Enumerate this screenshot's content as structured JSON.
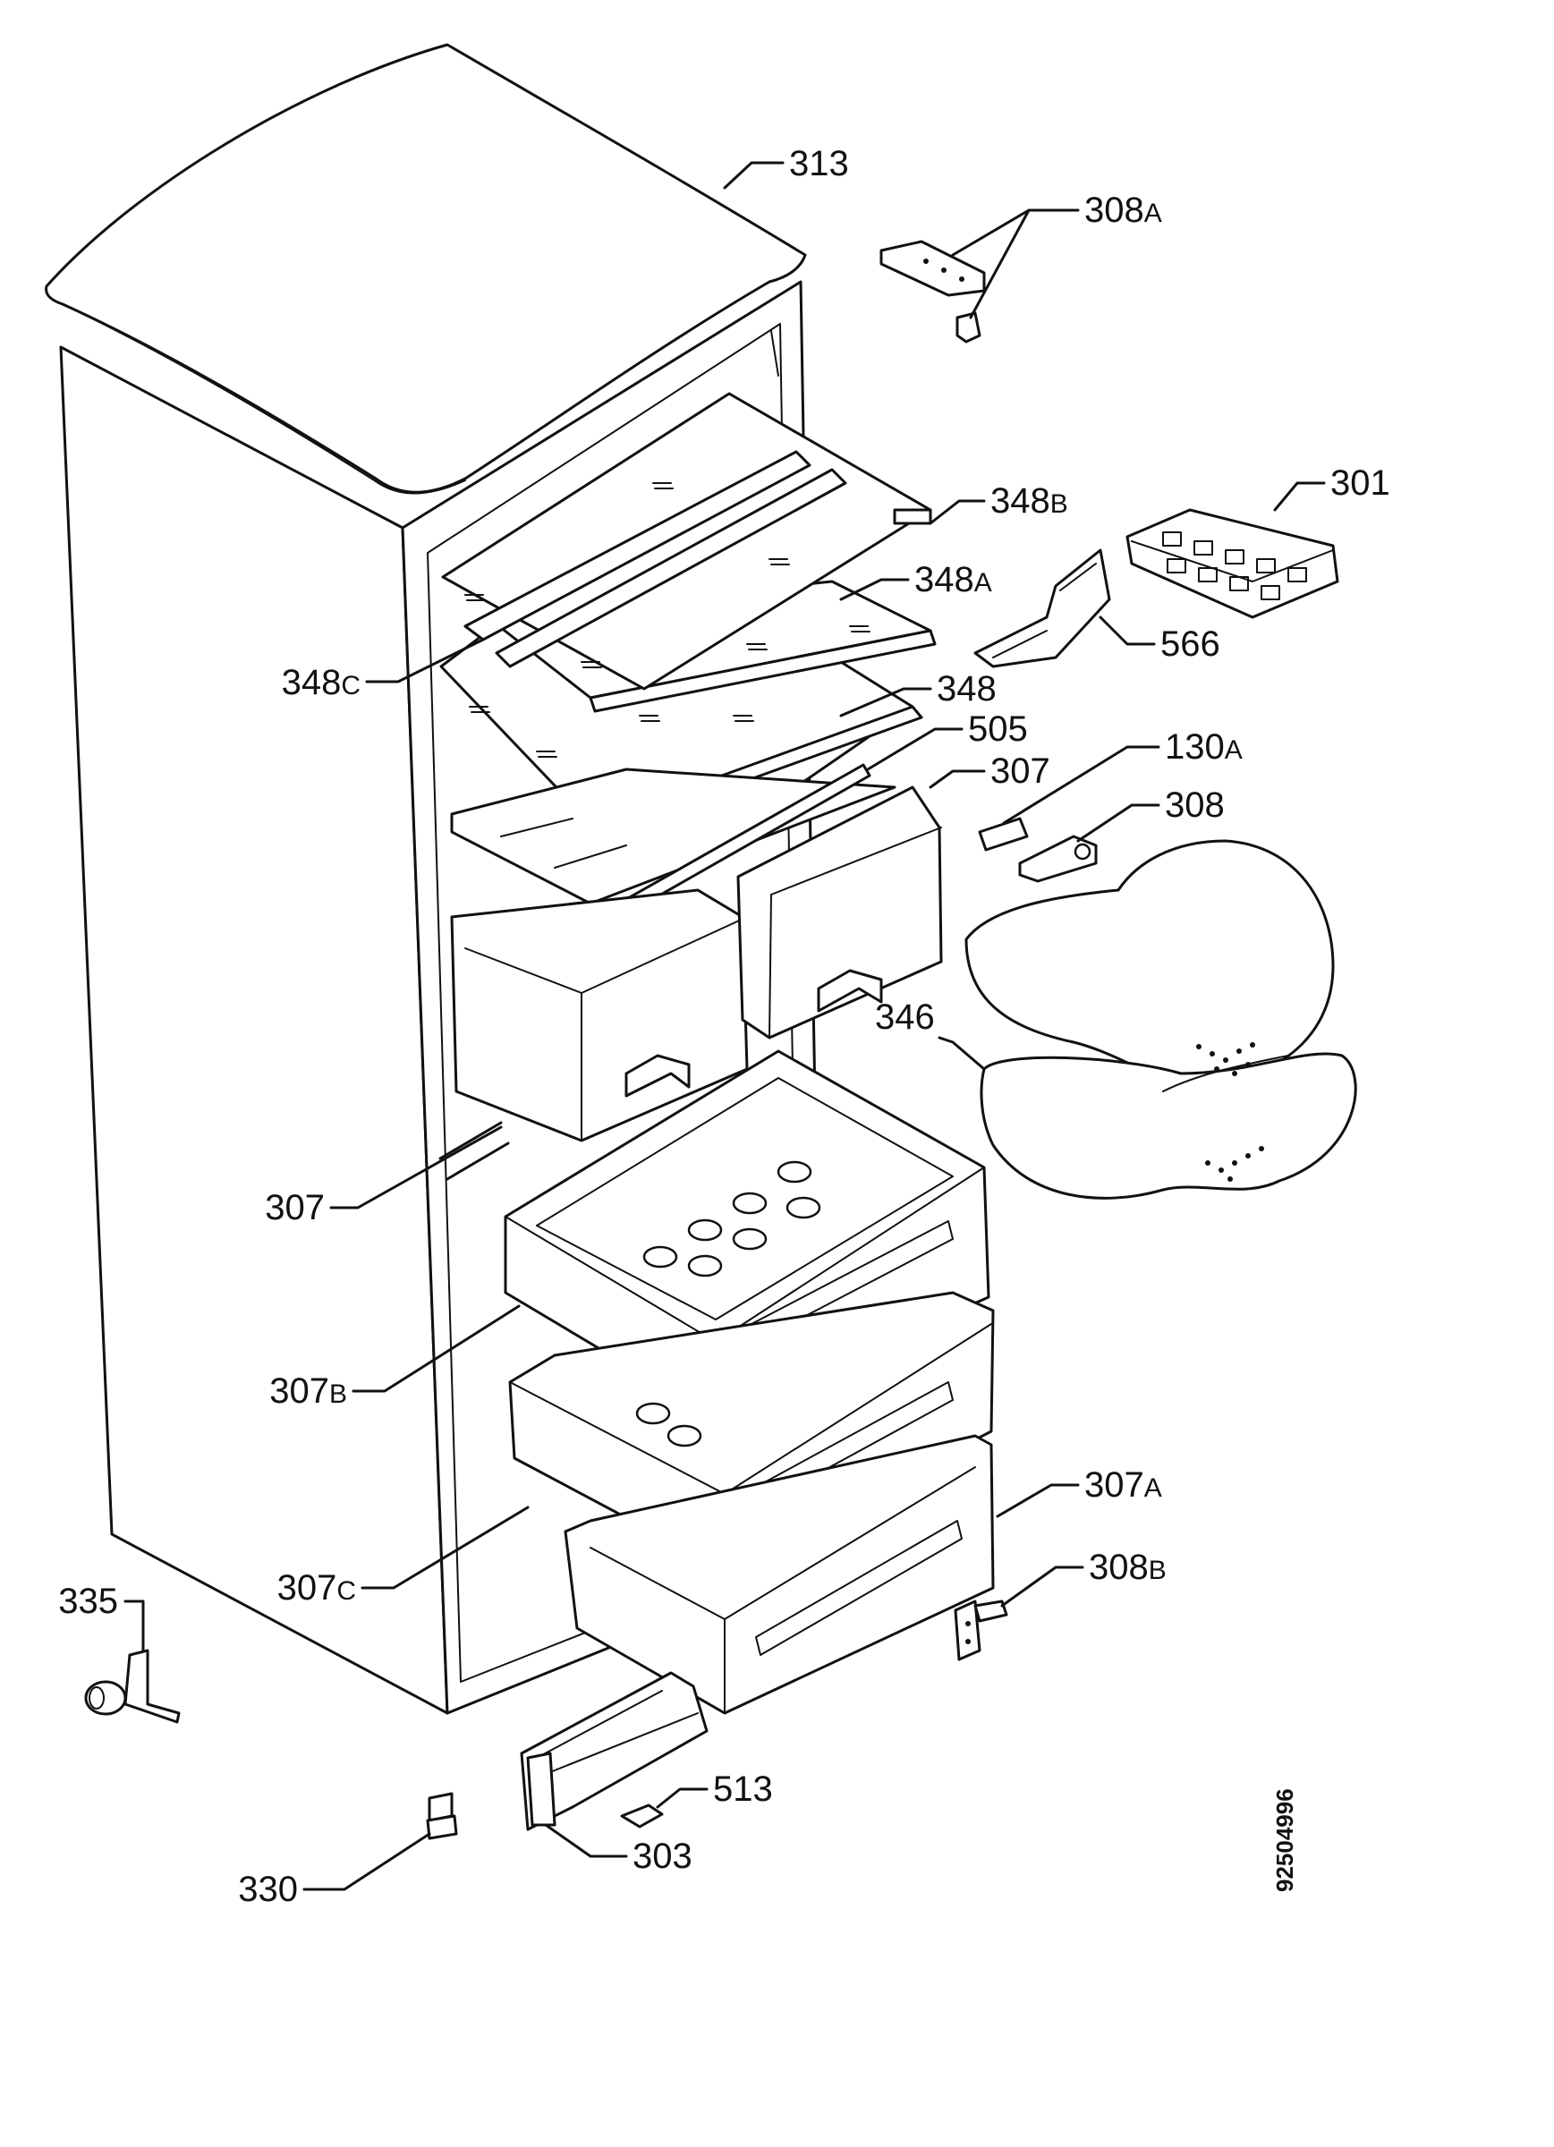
{
  "document_id": "92504996",
  "labels": [
    {
      "id": "313",
      "num": "313",
      "suffix": ""
    },
    {
      "id": "308A",
      "num": "308",
      "suffix": "A"
    },
    {
      "id": "301",
      "num": "301",
      "suffix": ""
    },
    {
      "id": "348B",
      "num": "348",
      "suffix": "B"
    },
    {
      "id": "348A",
      "num": "348",
      "suffix": "A"
    },
    {
      "id": "566",
      "num": "566",
      "suffix": ""
    },
    {
      "id": "348C",
      "num": "348",
      "suffix": "C"
    },
    {
      "id": "348",
      "num": "348",
      "suffix": ""
    },
    {
      "id": "505",
      "num": "505",
      "suffix": ""
    },
    {
      "id": "130A",
      "num": "130",
      "suffix": "A"
    },
    {
      "id": "307-top",
      "num": "307",
      "suffix": ""
    },
    {
      "id": "308",
      "num": "308",
      "suffix": ""
    },
    {
      "id": "346",
      "num": "346",
      "suffix": ""
    },
    {
      "id": "307-left",
      "num": "307",
      "suffix": ""
    },
    {
      "id": "307B",
      "num": "307",
      "suffix": "B"
    },
    {
      "id": "307A",
      "num": "307",
      "suffix": "A"
    },
    {
      "id": "307C",
      "num": "307",
      "suffix": "C"
    },
    {
      "id": "308B",
      "num": "308",
      "suffix": "B"
    },
    {
      "id": "335",
      "num": "335",
      "suffix": ""
    },
    {
      "id": "513",
      "num": "513",
      "suffix": ""
    },
    {
      "id": "303",
      "num": "303",
      "suffix": ""
    },
    {
      "id": "330",
      "num": "330",
      "suffix": ""
    }
  ]
}
